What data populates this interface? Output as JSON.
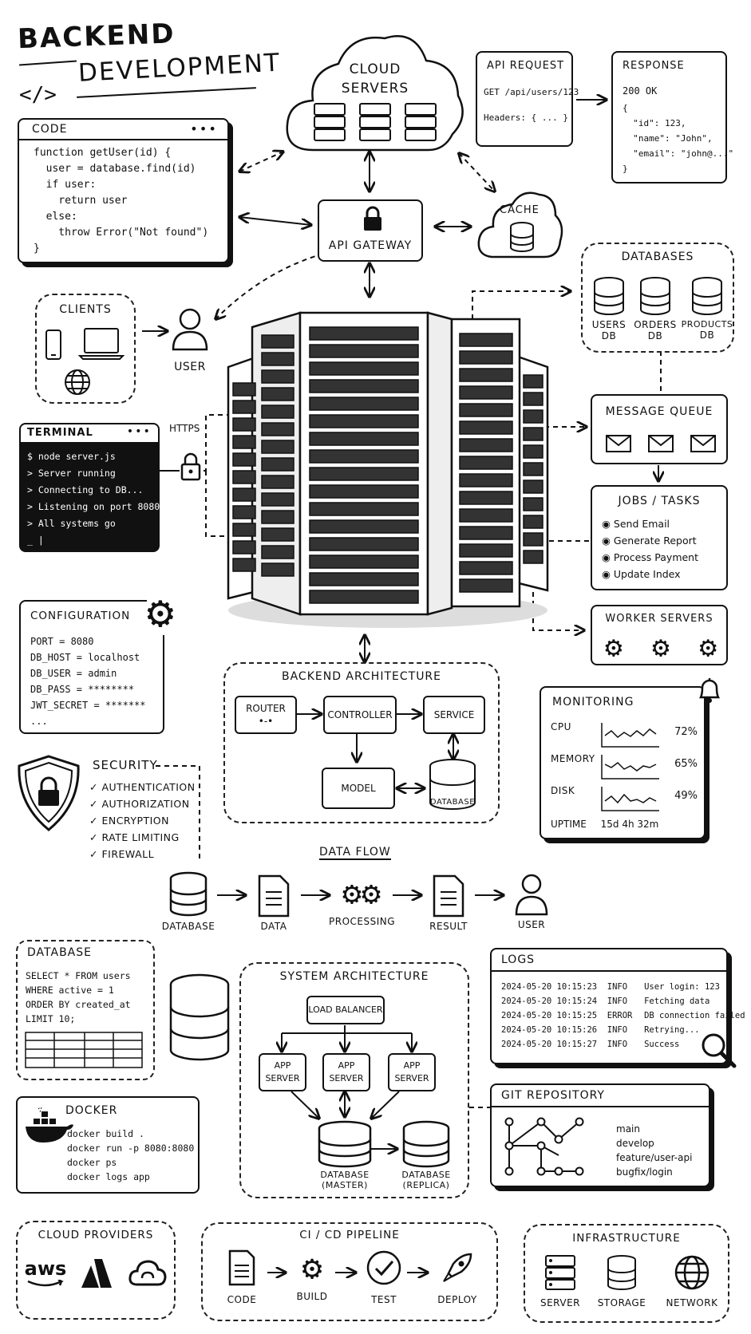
{
  "title": {
    "line1": "BACKEND",
    "line2": "DEVELOPMENT",
    "code_glyph": "</>"
  },
  "cloud": {
    "title": "CLOUD SERVERS"
  },
  "api_request": {
    "title": "API REQUEST",
    "line1": "GET /api/users/123",
    "line2": "Headers: { ... }"
  },
  "response": {
    "title": "RESPONSE",
    "status": "200 OK",
    "lines": [
      "{",
      "  \"id\": 123,",
      "  \"name\": \"John\",",
      "  \"email\": \"john@...\"",
      "}"
    ]
  },
  "code": {
    "title": "CODE",
    "dots": "•••",
    "lines": [
      "function getUser(id) {",
      "  user = database.find(id)",
      "  if user:",
      "    return user",
      "  else:",
      "    throw Error(\"Not found\")",
      "}"
    ]
  },
  "api_gateway": {
    "title": "API GATEWAY"
  },
  "cache": {
    "title": "CACHE"
  },
  "databases": {
    "title": "DATABASES",
    "items": [
      {
        "label1": "USERS",
        "label2": "DB"
      },
      {
        "label1": "ORDERS",
        "label2": "DB"
      },
      {
        "label1": "PRODUCTS",
        "label2": "DB"
      }
    ]
  },
  "clients": {
    "title": "CLIENTS"
  },
  "user_label": "USER",
  "https_label": "HTTPS",
  "terminal": {
    "title": "TERMINAL",
    "dots": "•••",
    "lines": [
      "$ node server.js",
      "> Server running",
      "> Connecting to DB...",
      "> Listening on port 8080",
      "> All systems go",
      "_ |"
    ]
  },
  "message_queue": {
    "title": "MESSAGE QUEUE"
  },
  "jobs": {
    "title": "JOBS / TASKS",
    "items": [
      "Send Email",
      "Generate Report",
      "Process Payment",
      "Update Index"
    ]
  },
  "worker_servers": {
    "title": "WORKER SERVERS"
  },
  "configuration": {
    "title": "CONFIGURATION",
    "lines": [
      "PORT = 8080",
      "DB_HOST = localhost",
      "DB_USER = admin",
      "DB_PASS = ********",
      "JWT_SECRET = *******",
      "..."
    ]
  },
  "backend_arch": {
    "title": "BACKEND ARCHITECTURE",
    "router": "ROUTER",
    "controller": "CONTROLLER",
    "service": "SERVICE",
    "model": "MODEL",
    "database": "DATABASE"
  },
  "monitoring": {
    "title": "MONITORING",
    "rows": [
      {
        "label": "CPU",
        "value": "72%"
      },
      {
        "label": "MEMORY",
        "value": "65%"
      },
      {
        "label": "DISK",
        "value": "49%"
      }
    ],
    "uptime_label": "UPTIME",
    "uptime_value": "15d 4h 32m"
  },
  "security": {
    "title": "SECURITY",
    "items": [
      "AUTHENTICATION",
      "AUTHORIZATION",
      "ENCRYPTION",
      "RATE LIMITING",
      "FIREWALL"
    ]
  },
  "data_flow": {
    "title": "DATA FLOW",
    "steps": [
      "DATABASE",
      "DATA",
      "PROCESSING",
      "RESULT",
      "USER"
    ]
  },
  "database_box": {
    "title": "DATABASE",
    "lines": [
      "SELECT * FROM users",
      "WHERE active = 1",
      "ORDER BY created_at",
      "LIMIT 10;"
    ]
  },
  "system_arch": {
    "title": "SYSTEM ARCHITECTURE",
    "lb": "LOAD BALANCER",
    "app1": "APP SERVER",
    "app2": "APP SERVER",
    "app3": "APP SERVER",
    "master1": "DATABASE",
    "master2": "(MASTER)",
    "replica1": "DATABASE",
    "replica2": "(REPLICA)"
  },
  "logs": {
    "title": "LOGS",
    "rows": [
      {
        "ts": "2024-05-20 10:15:23",
        "lvl": "INFO",
        "msg": "User login: 123"
      },
      {
        "ts": "2024-05-20 10:15:24",
        "lvl": "INFO",
        "msg": "Fetching data"
      },
      {
        "ts": "2024-05-20 10:15:25",
        "lvl": "ERROR",
        "msg": "DB connection failed"
      },
      {
        "ts": "2024-05-20 10:15:26",
        "lvl": "INFO",
        "msg": "Retrying..."
      },
      {
        "ts": "2024-05-20 10:15:27",
        "lvl": "INFO",
        "msg": "Success"
      }
    ]
  },
  "docker": {
    "title": "DOCKER",
    "lines": [
      "docker build .",
      "docker run -p 8080:8080",
      "docker ps",
      "docker logs app"
    ]
  },
  "git": {
    "title": "GIT REPOSITORY",
    "branches": [
      "main",
      "develop",
      "feature/user-api",
      "bugfix/login"
    ]
  },
  "cloud_providers": {
    "title": "CLOUD PROVIDERS",
    "aws": "aws"
  },
  "cicd": {
    "title": "CI / CD PIPELINE",
    "steps": [
      "CODE",
      "BUILD",
      "TEST",
      "DEPLOY"
    ]
  },
  "infrastructure": {
    "title": "INFRASTRUCTURE",
    "items": [
      "SERVER",
      "STORAGE",
      "NETWORK"
    ]
  }
}
